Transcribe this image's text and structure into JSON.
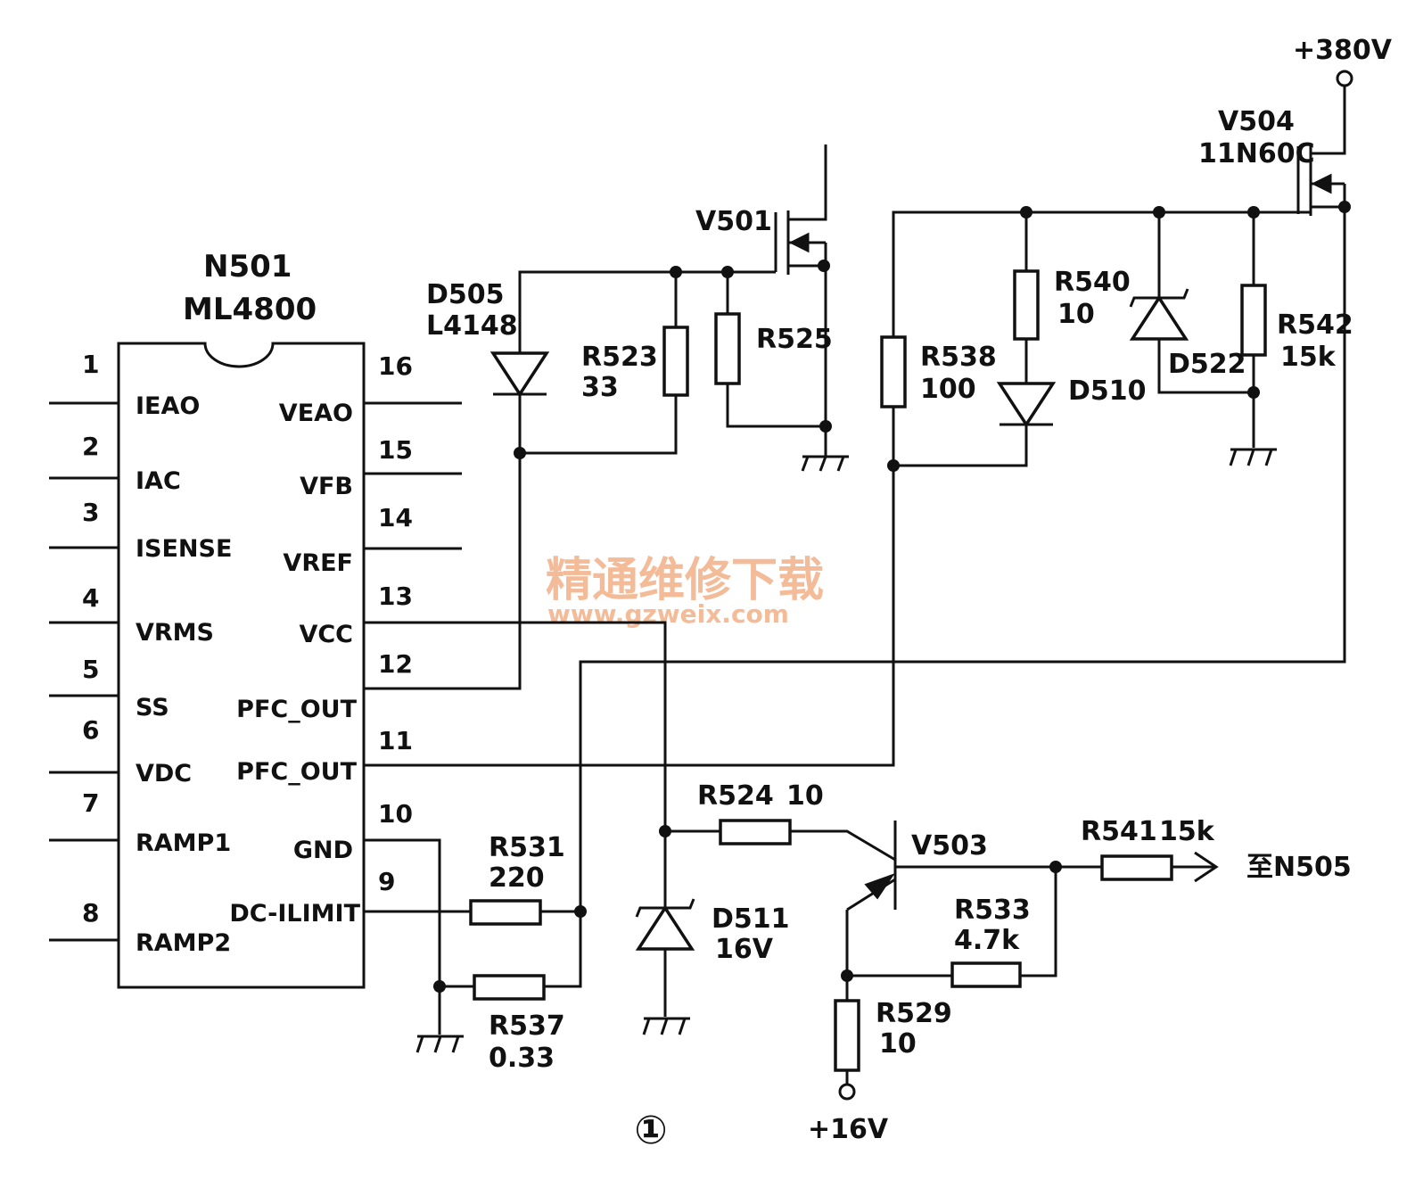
{
  "ic": {
    "ref": "N501",
    "part": "ML4800",
    "pins_left": [
      {
        "num": "1",
        "name": "IEAO"
      },
      {
        "num": "2",
        "name": "IAC"
      },
      {
        "num": "3",
        "name": "ISENSE"
      },
      {
        "num": "4",
        "name": "VRMS"
      },
      {
        "num": "5",
        "name": "SS"
      },
      {
        "num": "6",
        "name": "VDC"
      },
      {
        "num": "7",
        "name": "RAMP1"
      },
      {
        "num": "8",
        "name": "RAMP2"
      }
    ],
    "pins_right": [
      {
        "num": "16",
        "name": "VEAO"
      },
      {
        "num": "15",
        "name": "VFB"
      },
      {
        "num": "14",
        "name": "VREF"
      },
      {
        "num": "13",
        "name": "VCC"
      },
      {
        "num": "12",
        "name": "PFC_OUT"
      },
      {
        "num": "11",
        "name": "PFC_OUT"
      },
      {
        "num": "10",
        "name": "GND"
      },
      {
        "num": "9",
        "name": "DC-ILIMIT"
      }
    ]
  },
  "components": {
    "d505": {
      "ref": "D505",
      "value": "L4148"
    },
    "r523": {
      "ref": "R523",
      "value": "33"
    },
    "r525": {
      "ref": "R525"
    },
    "v501": {
      "ref": "V501"
    },
    "r538": {
      "ref": "R538",
      "value": "100"
    },
    "r540": {
      "ref": "R540",
      "value": "10"
    },
    "d510": {
      "ref": "D510"
    },
    "d522": {
      "ref": "D522"
    },
    "r542": {
      "ref": "R542",
      "value": "15k"
    },
    "v504": {
      "ref": "V504",
      "value": "11N60C"
    },
    "r531": {
      "ref": "R531",
      "value": "220"
    },
    "r537": {
      "ref": "R537",
      "value": "0.33"
    },
    "d511": {
      "ref": "D511",
      "value": "16V"
    },
    "r524": {
      "ref": "R524",
      "value": "10"
    },
    "v503": {
      "ref": "V503"
    },
    "r541": {
      "ref": "R541",
      "value": "15k"
    },
    "r533": {
      "ref": "R533",
      "value": "4.7k"
    },
    "r529": {
      "ref": "R529",
      "value": "10"
    }
  },
  "nets": {
    "supply_high": "+380V",
    "supply_low": "+16V",
    "output_dest": "至N505"
  },
  "watermark": {
    "cn": "精通维修下载",
    "url": "www.gzweix.com"
  },
  "figure_label": "①"
}
